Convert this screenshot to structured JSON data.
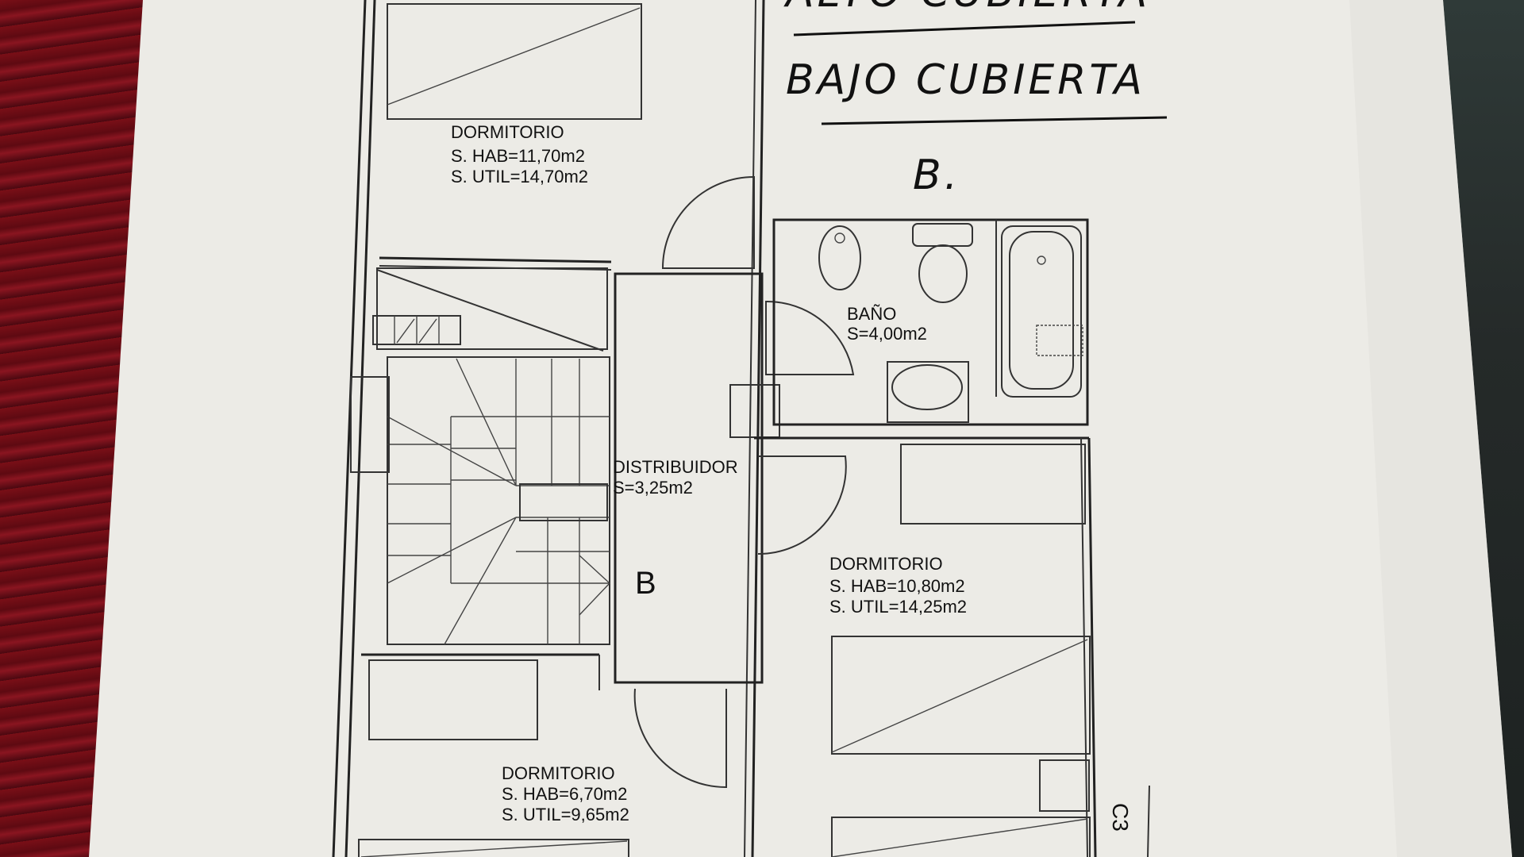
{
  "heading": {
    "line1": "ALTO CUBIERTA",
    "line2": "BAJO CUBIERTA",
    "mark": "B."
  },
  "rooms": {
    "bedroom_top": {
      "name": "DORMITORIO",
      "hab": "S.  HAB=11,70m2",
      "util": "S.  UTIL=14,70m2"
    },
    "bathroom": {
      "name": "BAÑO",
      "area": "S=4,00m2"
    },
    "distributor": {
      "name": "DISTRIBUIDOR",
      "area": "S=3,25m2",
      "mark": "B"
    },
    "bedroom_right": {
      "name": "DORMITORIO",
      "hab": "S.  HAB=10,80m2",
      "util": "S.  UTIL=14,25m2"
    },
    "bedroom_bottom": {
      "name": "DORMITORIO",
      "hab": "S.  HAB=6,70m2",
      "util": "S.  UTIL=9,65m2"
    }
  },
  "side_note": "C3"
}
